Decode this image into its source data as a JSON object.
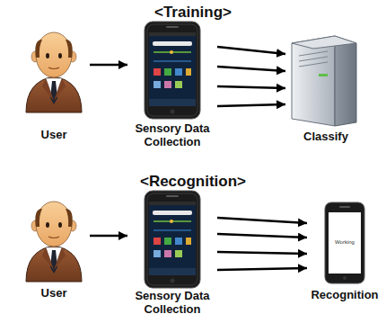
{
  "diagram": {
    "nodes": [
      {
        "text": [
          "User"
        ]
      },
      {
        "text": [
          "Sensory Data Collection"
        ]
      },
      {
        "text": [
          "Classify"
        ]
      },
      {
        "text": [
          "User"
        ]
      },
      {
        "text": [
          "Sensory Data Collection"
        ]
      },
      {
        "text": [
          "Working",
          "Recognition"
        ]
      }
    ],
    "edges": [
      {
        "from": 0,
        "to": 1,
        "arrow": "to"
      },
      {
        "from": 1,
        "to": 2,
        "arrow": "to"
      },
      {
        "from": 1,
        "to": 2,
        "arrow": "to"
      },
      {
        "from": 1,
        "to": 2,
        "arrow": "to"
      },
      {
        "from": 1,
        "to": 2,
        "arrow": "to"
      },
      {
        "from": 3,
        "to": 4,
        "arrow": "to"
      },
      {
        "from": 4,
        "to": 5,
        "arrow": "to"
      },
      {
        "from": 4,
        "to": 5,
        "arrow": "to"
      },
      {
        "from": 4,
        "to": 5,
        "arrow": "to"
      },
      {
        "from": 4,
        "to": 5,
        "arrow": "to"
      }
    ],
    "labels": [
      "<Training>",
      "<Recognition>"
    ]
  }
}
